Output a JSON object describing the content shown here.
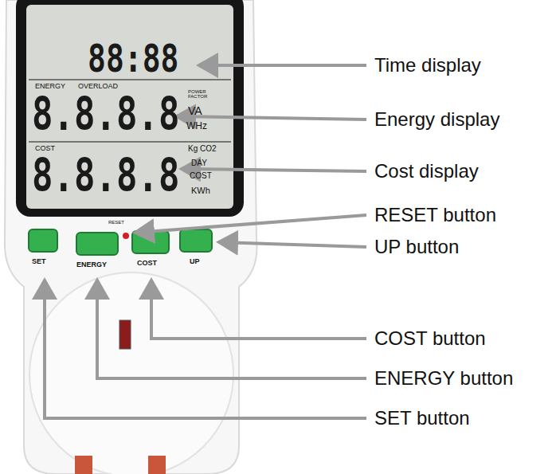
{
  "diagram": {
    "labels": [
      "88:88",
      "ENERGY",
      "OVERLOAD",
      "POWER FACTOR",
      "VA",
      "WHz",
      "8.8.8.8",
      "COST",
      "Kg CO2",
      "DAY",
      "COST",
      "KWh",
      "8.8.8.8",
      "RESET",
      "SET",
      "ENERGY",
      "COST",
      "UP",
      "Time display",
      "Energy display",
      "Cost display",
      "RESET button",
      "UP button",
      "COST button",
      "ENERGY button",
      "SET button"
    ]
  }
}
